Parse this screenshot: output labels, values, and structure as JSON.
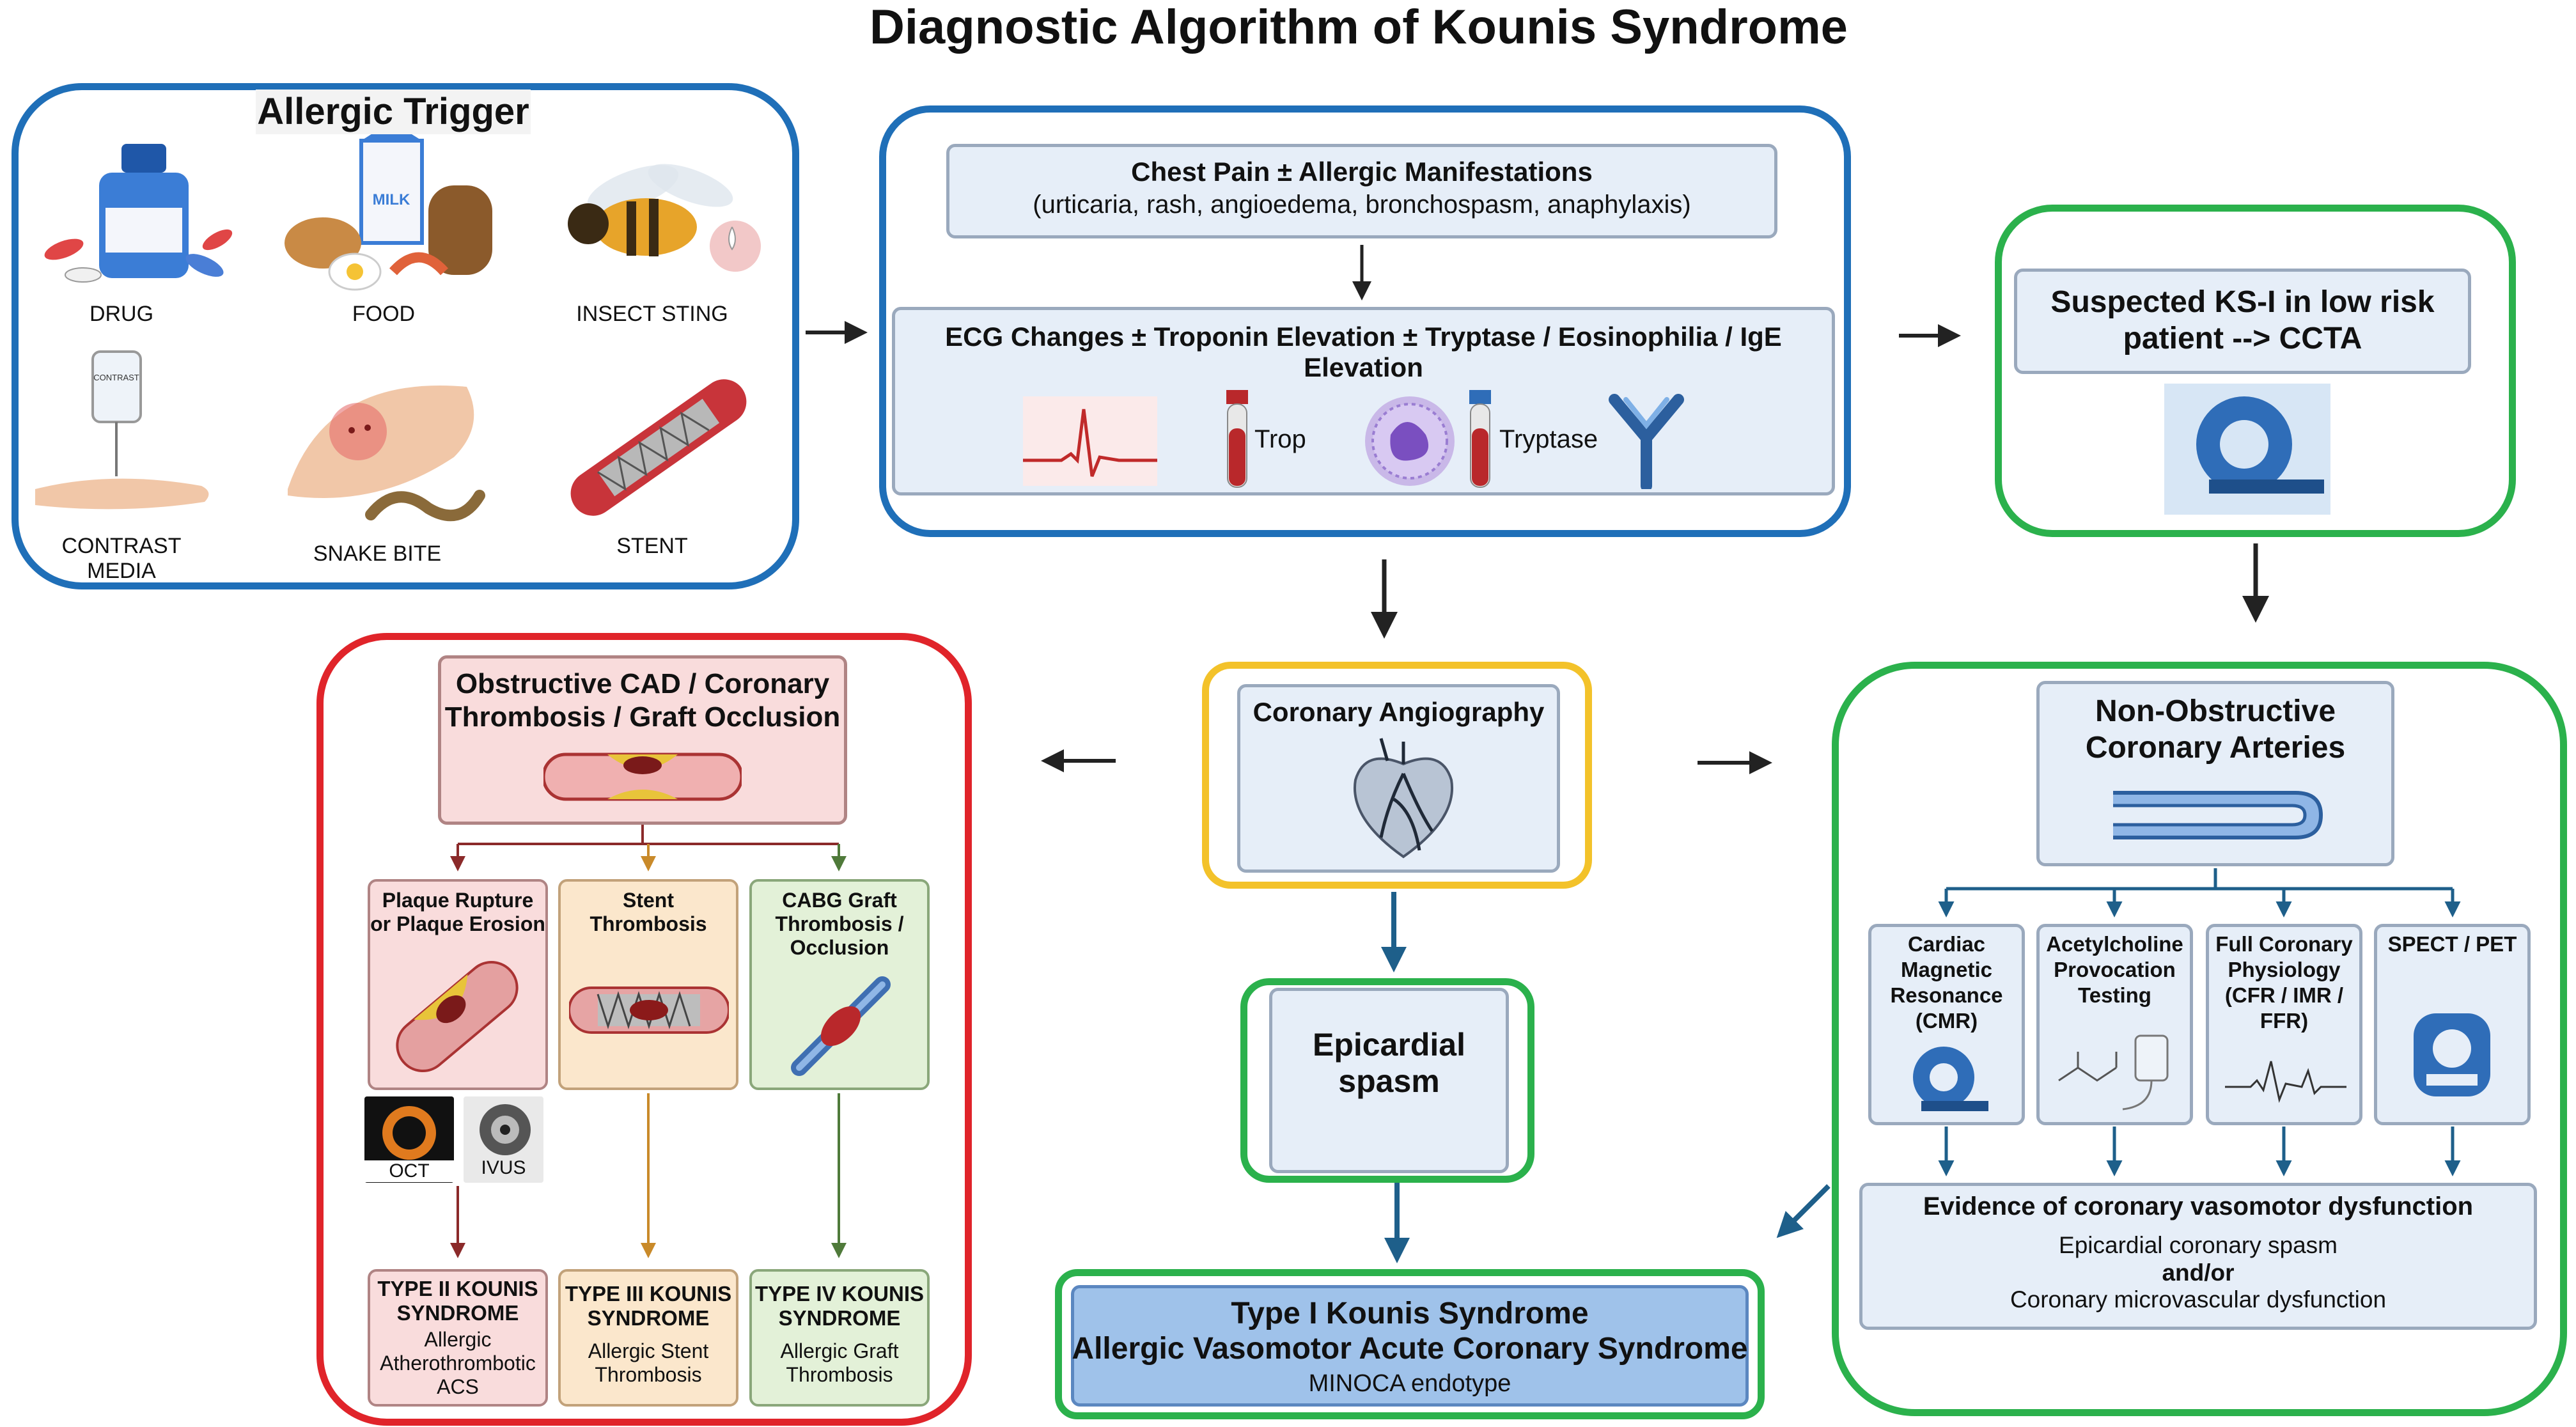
{
  "title": "Diagnostic Algorithm of Kounis Syndrome",
  "trigger": {
    "title": "Allergic Trigger",
    "items": [
      {
        "label": "DRUG",
        "icon": "drug-bottle-icon"
      },
      {
        "label": "FOOD",
        "icon": "food-icon"
      },
      {
        "label": "INSECT STING",
        "icon": "bee-icon"
      },
      {
        "label": "CONTRAST MEDIA",
        "icon": "iv-bag-icon",
        "bag_text": "CONTRAST"
      },
      {
        "label": "SNAKE BITE",
        "icon": "snake-icon"
      },
      {
        "label": "STENT",
        "icon": "stent-icon"
      }
    ],
    "milk_label": "MILK"
  },
  "presentation": {
    "chest_pain_title": "Chest Pain ± Allergic Manifestations",
    "chest_pain_sub": "(urticaria, rash, angioedema, bronchospasm, anaphylaxis)",
    "labs_title": "ECG Changes ± Troponin Elevation ± Tryptase / Eosinophilia / IgE Elevation",
    "trop_label": "Trop",
    "tryptase_label": "Tryptase"
  },
  "ccta": {
    "line1": "Suspected KS-I in low risk",
    "line2": "patient --> CCTA"
  },
  "angiography": {
    "label": "Coronary Angiography"
  },
  "obstructive": {
    "line1": "Obstructive CAD / Coronary",
    "line2": "Thrombosis / Graft Occlusion",
    "branches": [
      {
        "title": [
          "Plaque Rupture",
          "or Plaque Erosion"
        ],
        "type": [
          "TYPE II KOUNIS",
          "SYNDROME"
        ],
        "desc": [
          "Allergic",
          "Atherothrombotic",
          "ACS"
        ]
      },
      {
        "title": [
          "Stent",
          "Thrombosis"
        ],
        "type": [
          "TYPE III KOUNIS",
          "SYNDROME"
        ],
        "desc": [
          "Allergic Stent",
          "Thrombosis"
        ]
      },
      {
        "title": [
          "CABG Graft",
          "Thrombosis /",
          "Occlusion"
        ],
        "type": [
          "TYPE IV KOUNIS",
          "SYNDROME"
        ],
        "desc": [
          "Allergic Graft",
          "Thrombosis"
        ]
      }
    ],
    "oct_label": "OCT",
    "ivus_label": "IVUS"
  },
  "epicardial": {
    "line1": "Epicardial",
    "line2": "spasm"
  },
  "type1": {
    "line1": "Type I Kounis Syndrome",
    "line2": "Allergic Vasomotor Acute Coronary Syndrome",
    "line3": "MINOCA endotype"
  },
  "nonobstructive": {
    "line1": "Non-Obstructive",
    "line2": "Coronary Arteries",
    "tests": [
      {
        "lines": [
          "Cardiac",
          "Magnetic",
          "Resonance",
          "(CMR)"
        ],
        "icon": "mri-scanner-icon"
      },
      {
        "lines": [
          "Acetylcholine",
          "Provocation",
          "Testing"
        ],
        "icon": "molecule-iv-icon"
      },
      {
        "lines": [
          "Full Coronary",
          "Physiology",
          "(CFR / IMR /",
          "FFR)"
        ],
        "icon": "waveform-icon"
      },
      {
        "lines": [
          "SPECT / PET"
        ],
        "icon": "pet-scanner-icon"
      }
    ],
    "evidence_title": "Evidence of coronary vasomotor dysfunction",
    "evidence_l1": "Epicardial coronary spasm",
    "evidence_l2": "and/or",
    "evidence_l3": "Coronary microvascular dysfunction"
  },
  "colors": {
    "blue_border": "#1f6fb8",
    "green_border": "#2bb14c",
    "red_border": "#e0242a",
    "yellow_border": "#f3c22a",
    "box_fill": "#e6eef8",
    "pink_fill": "#f9dcdc",
    "orange_fill": "#fbe7cc",
    "greenfill": "#e3f1d8",
    "type1_fill": "#9fc2ea"
  }
}
